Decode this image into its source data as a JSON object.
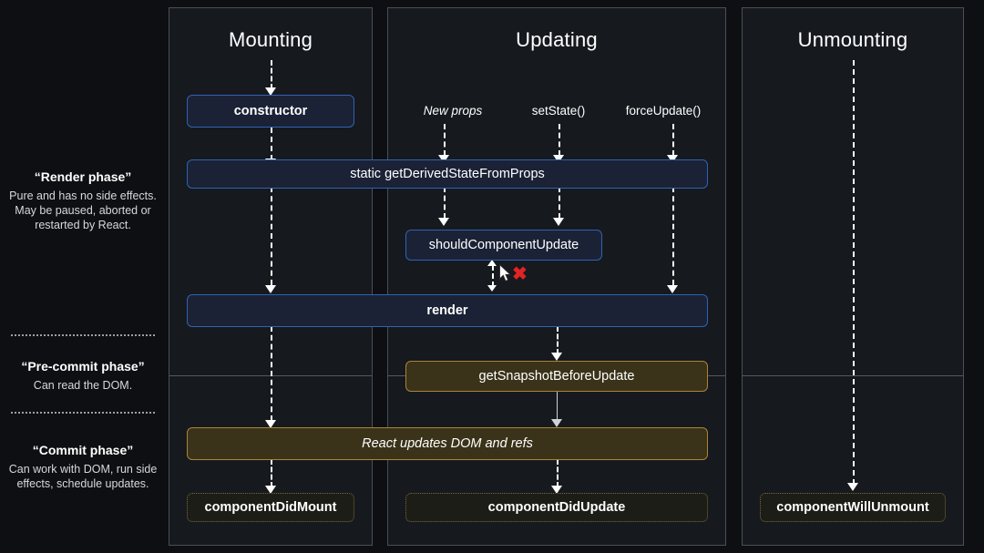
{
  "legend": {
    "blocks": [
      {
        "title": "“Render phase”",
        "body": "Pure and has no side effects. May be paused, aborted or restarted by React."
      },
      {
        "title": "“Pre-commit phase”",
        "body": "Can read the DOM."
      },
      {
        "title": "“Commit phase”",
        "body": "Can work with DOM, run side effects, schedule updates."
      }
    ]
  },
  "columns": {
    "mounting": "Mounting",
    "updating": "Updating",
    "unmounting": "Unmounting"
  },
  "triggers": {
    "new_props": "New props",
    "set_state": "setState()",
    "force_update": "forceUpdate()"
  },
  "nodes": {
    "constructor": "constructor",
    "get_derived_state_from_props": "static getDerivedStateFromProps",
    "should_component_update": "shouldComponentUpdate",
    "render": "render",
    "get_snapshot_before_update": "getSnapshotBeforeUpdate",
    "react_updates": "React updates DOM and refs",
    "component_did_mount": "componentDidMount",
    "component_did_update": "componentDidUpdate",
    "component_will_unmount": "componentWillUnmount"
  },
  "marks": {
    "reject": "✖"
  },
  "colors": {
    "background": "#0d0f12",
    "panel": "#16191e",
    "panel_border": "#4a4f57",
    "blue_fill": "#1b2236",
    "blue_border": "#2f62b3",
    "olive_fill": "#3a3319",
    "olive_border": "#a8843a",
    "olive_dotted_fill": "#1d1d18",
    "olive_dotted_border": "#7a6a36",
    "reject_red": "#e02424",
    "text": "#ffffff"
  }
}
